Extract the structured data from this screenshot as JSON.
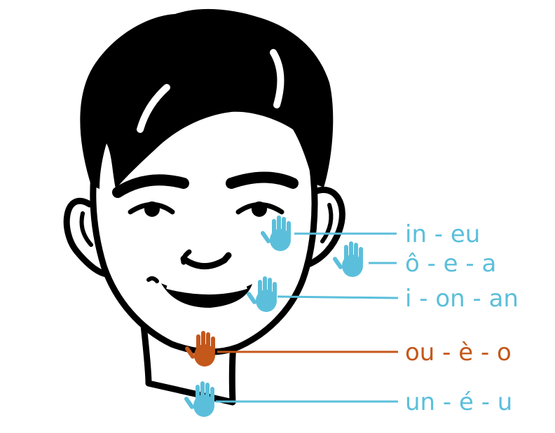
{
  "colors": {
    "cyan": "#5bbfdb",
    "orange": "#c4571a",
    "ink": "#000000"
  },
  "positions": [
    {
      "id": "cheekbone",
      "label": "in - eu",
      "color": "#5bbfdb"
    },
    {
      "id": "beside-cheek",
      "label": "ô - e - a",
      "color": "#5bbfdb"
    },
    {
      "id": "mouth-corner",
      "label": "i - on - an",
      "color": "#5bbfdb"
    },
    {
      "id": "chin",
      "label": "ou - è - o",
      "color": "#c4571a"
    },
    {
      "id": "throat",
      "label": "un - é - u",
      "color": "#5bbfdb"
    }
  ]
}
